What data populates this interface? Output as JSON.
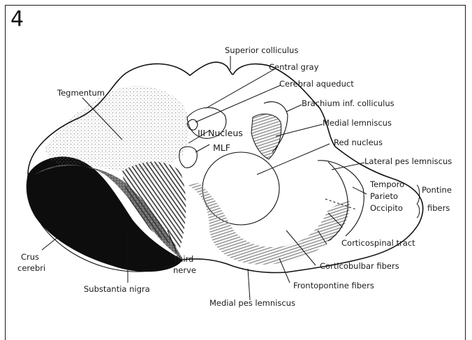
{
  "figure": {
    "number": "4"
  },
  "labels": {
    "superior_colliculus": "Superior colliculus",
    "central_gray": "Central gray",
    "cerebral_aqueduct": "Cerebral aqueduct",
    "brachium_inf_colliculus": "Brachium inf. colliculus",
    "medial_lemniscus": "Medial lemniscus",
    "red_nucleus": "Red nucleus",
    "lateral_pes_lemniscus": "Lateral pes lemniscus",
    "temporo": "Temporo",
    "parieto": "Parieto",
    "occipito": "Occipito",
    "pontine": "Pontine",
    "fibers": "fibers",
    "corticospinal_tract": "Corticospinal tract",
    "corticobulbar_fibers": "Corticobulbar fibers",
    "frontopontine_fibers": "Frontopontine fibers",
    "medial_pes_lemniscus": "Medial pes lemniscus",
    "tegmentum": "Tegmentum",
    "iii_nucleus": "III Nucleus",
    "mlf": "MLF",
    "crus": "Crus",
    "cerebri": "cerebri",
    "substantia_nigra": "Substantia nigra",
    "third": "Third",
    "nerve": "nerve"
  }
}
